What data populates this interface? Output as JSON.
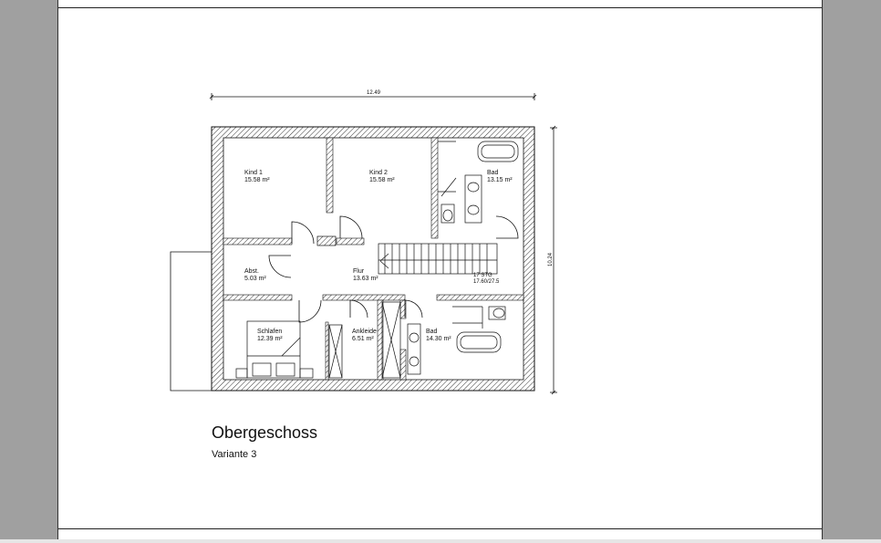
{
  "document": {
    "title": "Obergeschoss",
    "subtitle": "Variante 3"
  },
  "dimensions": {
    "width": "12.49",
    "height": "10.24"
  },
  "rooms": [
    {
      "name": "Kind 1",
      "area": "15.58 m²"
    },
    {
      "name": "Kind 2",
      "area": "15.58 m²"
    },
    {
      "name": "Bad",
      "area": "13.15 m²"
    },
    {
      "name": "Abst.",
      "area": "5.03 m²"
    },
    {
      "name": "Flur",
      "area": "13.63 m²"
    },
    {
      "name": "Schlafen",
      "area": "12.39 m²"
    },
    {
      "name": "Ankleide",
      "area": "6.51 m²"
    },
    {
      "name": "Bad",
      "area": "14.30 m²"
    }
  ],
  "stairs": {
    "label": "17 STG",
    "value": "17.60/27.5"
  },
  "colors": {
    "viewer_background": "#a0a0a0",
    "page": "#ffffff",
    "line": "#111111"
  }
}
